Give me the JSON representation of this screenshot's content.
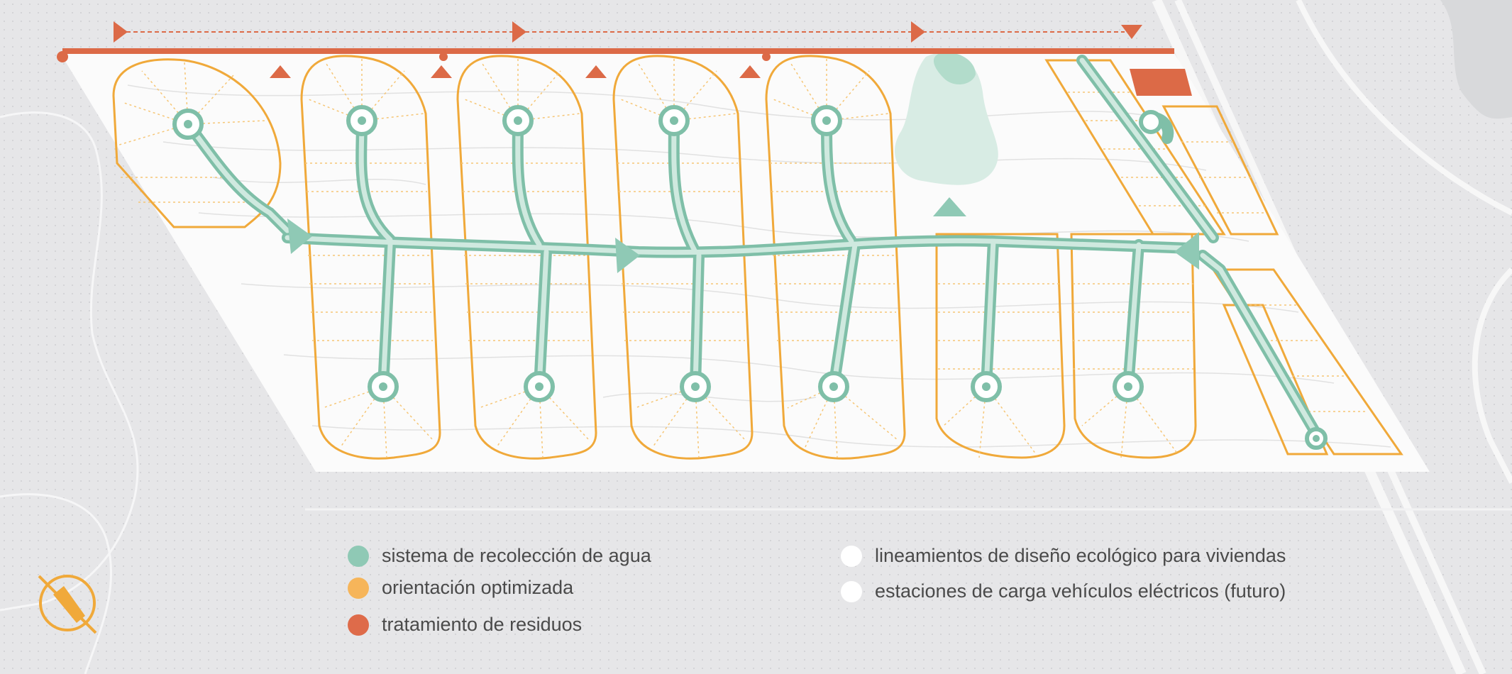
{
  "legend": {
    "items": [
      {
        "label": "sistema de recolección de agua",
        "color": "#8fc9b5"
      },
      {
        "label": "orientación optimizada",
        "color": "#f6b55a"
      },
      {
        "label": "tratamiento de residuos",
        "color": "#de6b4a"
      },
      {
        "label": "lineamientos de diseño ecológico para viviendas",
        "color": "#ffffff"
      },
      {
        "label": "estaciones de carga vehículos eléctricos (futuro)",
        "color": "#ffffff"
      }
    ]
  },
  "colors": {
    "background": "#e6e6e8",
    "site": "#fbfbfb",
    "water": "#a9d8c8",
    "water_dark": "#7fbfa8",
    "orientation": "#f0a93a",
    "waste": "#dc6a47",
    "contours": "#e3e3e3"
  },
  "icons": {
    "compass": "compass-north-icon"
  }
}
